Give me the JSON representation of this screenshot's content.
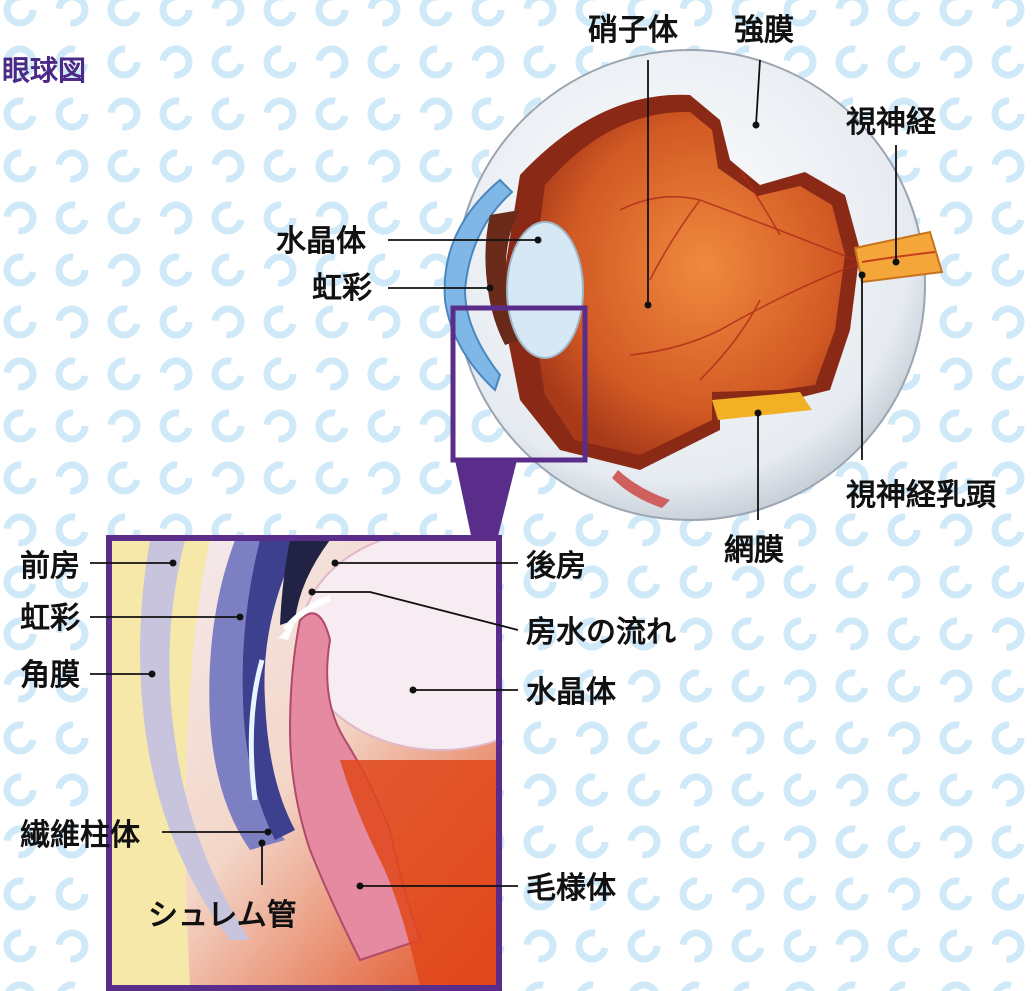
{
  "title": "眼球図",
  "colors": {
    "pattern": "#cfe9f8",
    "frame": "#5b2d8a",
    "title": "#4a2a86",
    "sclera": "#e8edf3",
    "inner": "#d8642a",
    "lens": "#cfe3f1",
    "nerve": "#f0a030"
  },
  "eye_labels": {
    "vitreous": "硝子体",
    "sclera": "強膜",
    "optic_nerve": "視神経",
    "lens": "水晶体",
    "iris": "虹彩",
    "optic_disc": "視神経乳頭",
    "retina": "網膜"
  },
  "detail_labels": {
    "anterior_chamber": "前房",
    "iris": "虹彩",
    "cornea": "角膜",
    "posterior_chamber": "後房",
    "aqueous_flow": "房水の流れ",
    "lens": "水晶体",
    "trabecular": "繊維柱体",
    "schlemm": "シュレム管",
    "ciliary_body": "毛様体"
  }
}
